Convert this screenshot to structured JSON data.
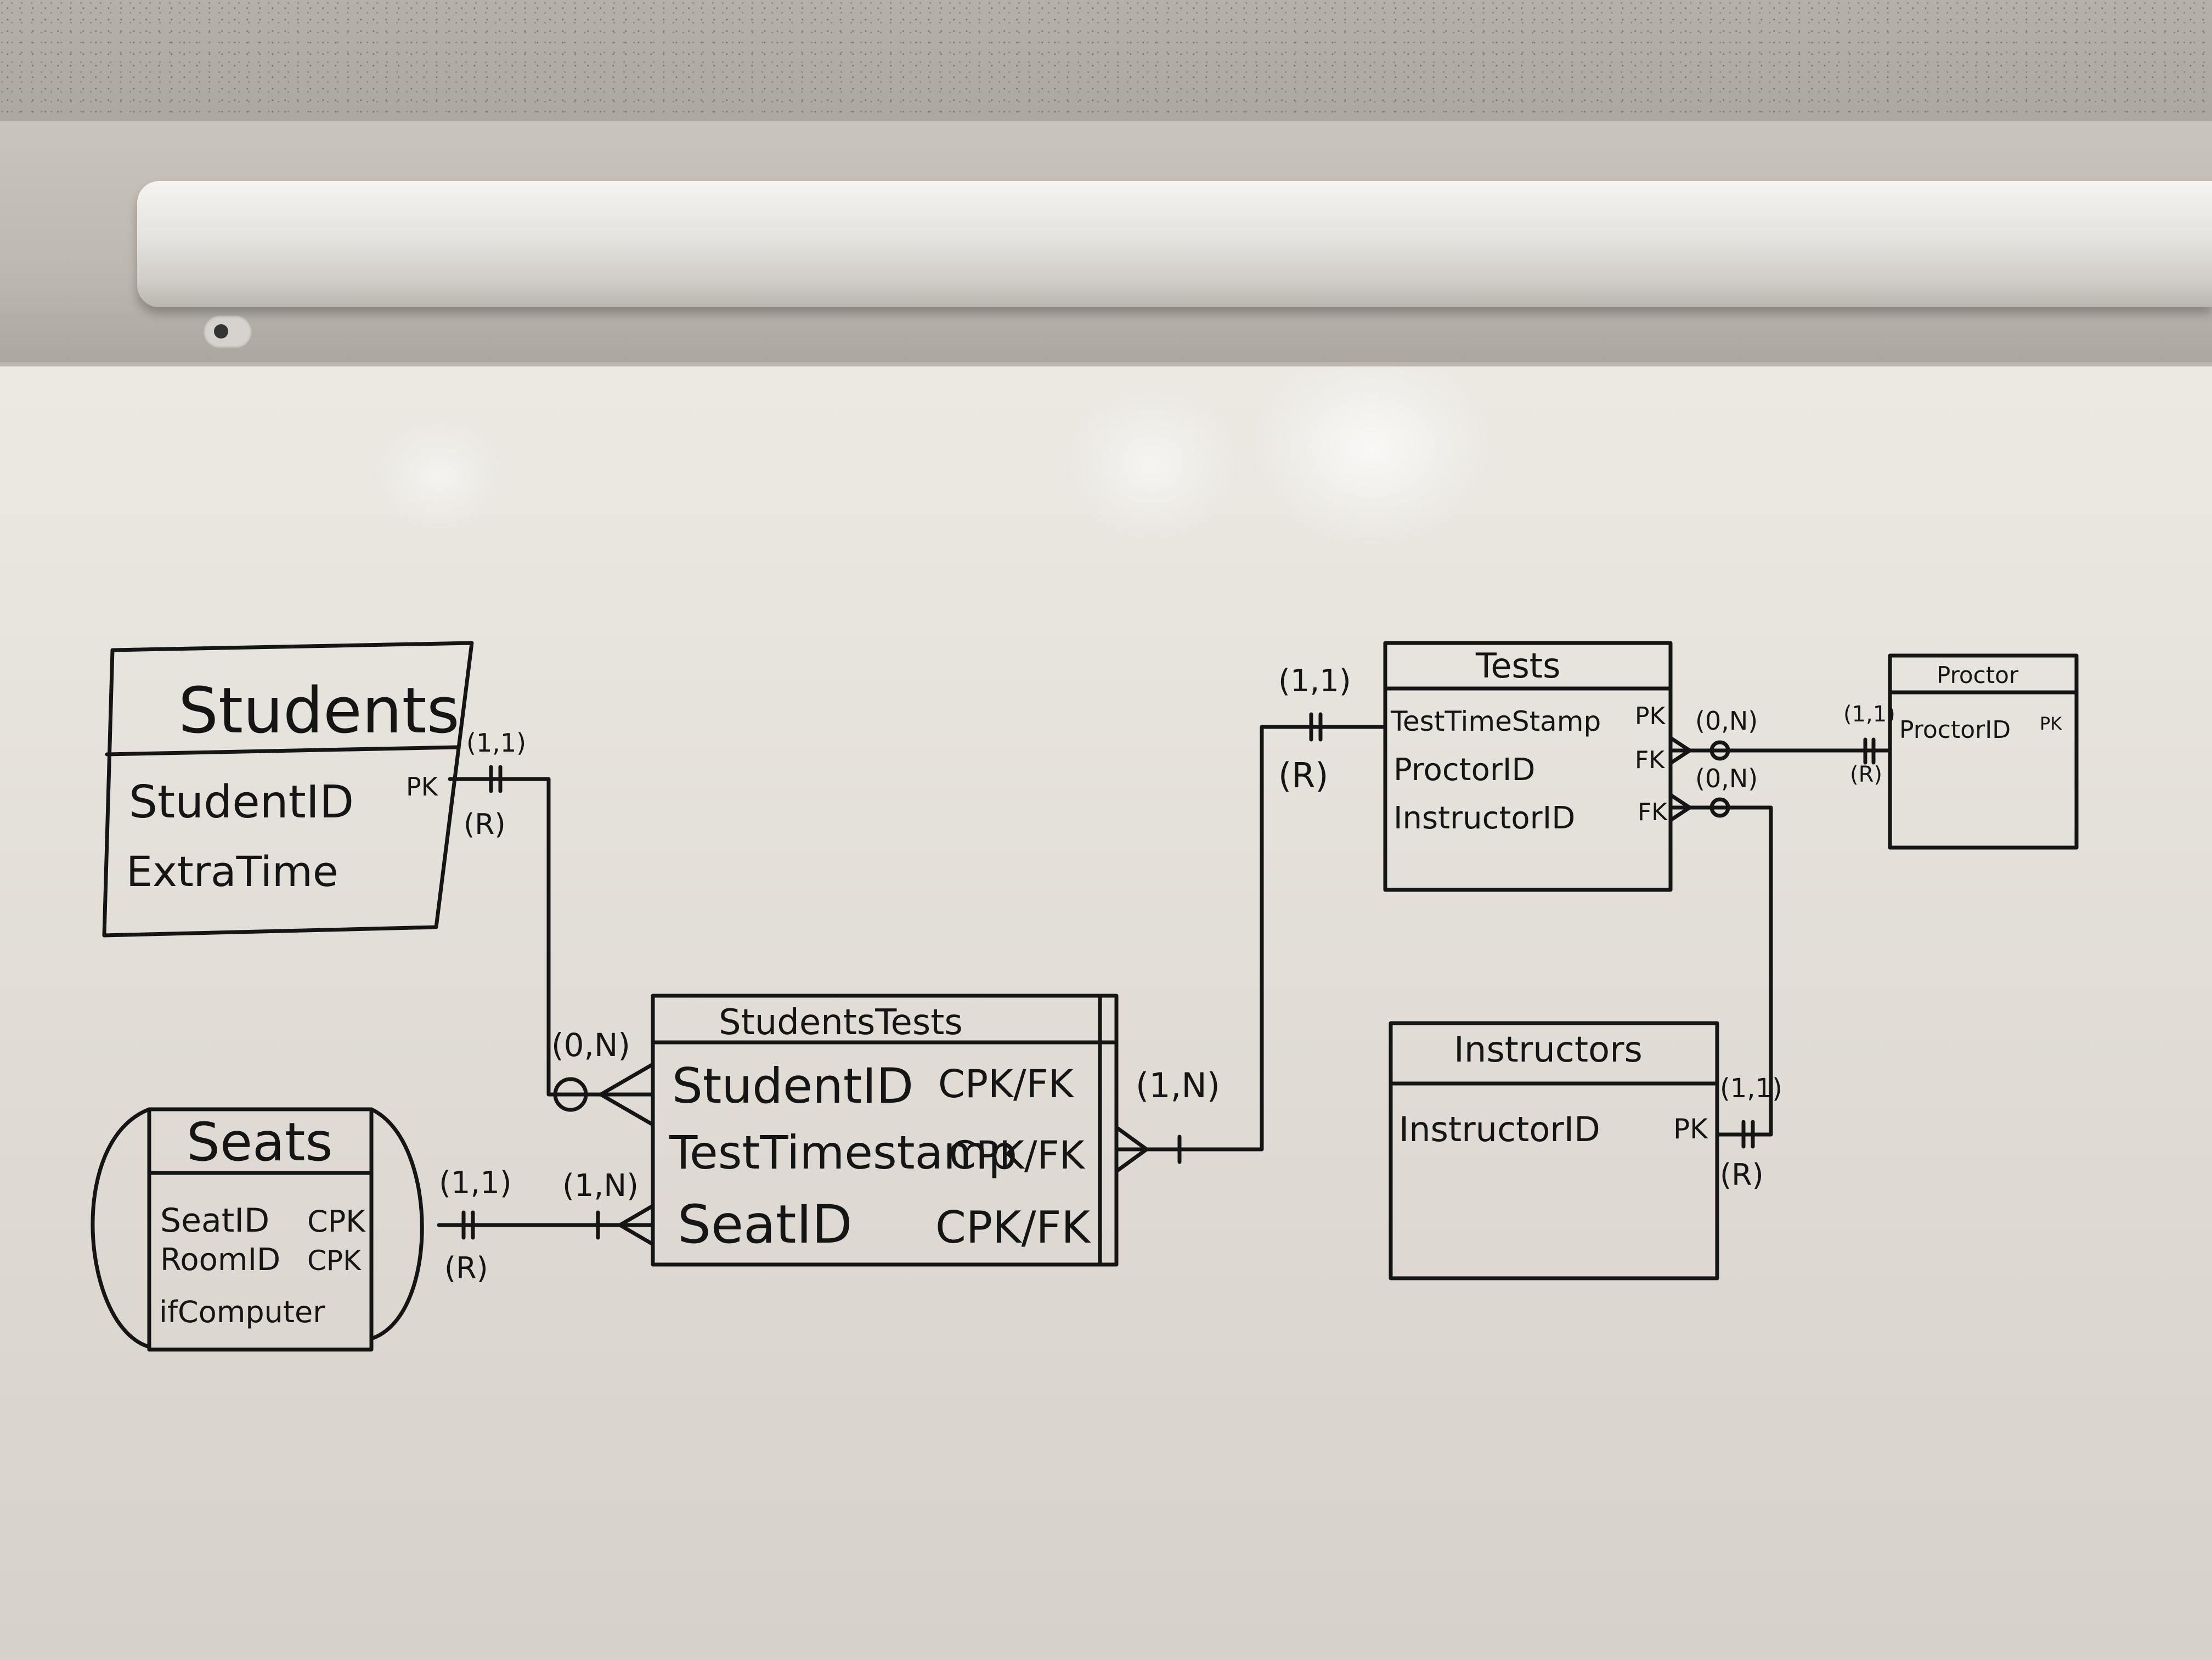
{
  "entities": {
    "students": {
      "title": "Students",
      "attributes": [
        {
          "name": "StudentID",
          "key": "PK"
        },
        {
          "name": "ExtraTime",
          "key": ""
        }
      ]
    },
    "seats": {
      "title": "Seats",
      "attributes": [
        {
          "name": "SeatID",
          "key": "CPK"
        },
        {
          "name": "RoomID",
          "key": "CPK"
        },
        {
          "name": "ifComputer",
          "key": ""
        }
      ]
    },
    "students_tests": {
      "title": "StudentsTests",
      "attributes": [
        {
          "name": "StudentID",
          "key": "CPK/FK"
        },
        {
          "name": "TestTimestamp",
          "key": "CPK/FK"
        },
        {
          "name": "SeatID",
          "key": "CPK/FK"
        }
      ]
    },
    "tests": {
      "title": "Tests",
      "attributes": [
        {
          "name": "TestTimeStamp",
          "key": "PK"
        },
        {
          "name": "ProctorID",
          "key": "FK"
        },
        {
          "name": "InstructorID",
          "key": "FK"
        }
      ]
    },
    "proctor": {
      "title": "Proctor",
      "attributes": [
        {
          "name": "ProctorID",
          "key": "PK"
        }
      ]
    },
    "instructors": {
      "title": "Instructors",
      "attributes": [
        {
          "name": "InstructorID",
          "key": "PK"
        }
      ]
    }
  },
  "relationships": {
    "students_to_st": {
      "one_card": "(1,1)",
      "one_note": "(R)",
      "many_card": "(0,N)"
    },
    "seats_to_st": {
      "one_card": "(1,1)",
      "one_note": "(R)",
      "many_card": "(1,N)"
    },
    "tests_to_st": {
      "one_card": "(1,1)",
      "one_note": "(R)",
      "many_card": "(1,N)"
    },
    "proctor_to_tests": {
      "one_card": "(1,1)",
      "one_note": "(R)",
      "many_card": "(0,N)"
    },
    "instructors_to_tests": {
      "one_card": "(1,1)",
      "one_note": "(R)",
      "many_card": "(0,N)"
    }
  }
}
